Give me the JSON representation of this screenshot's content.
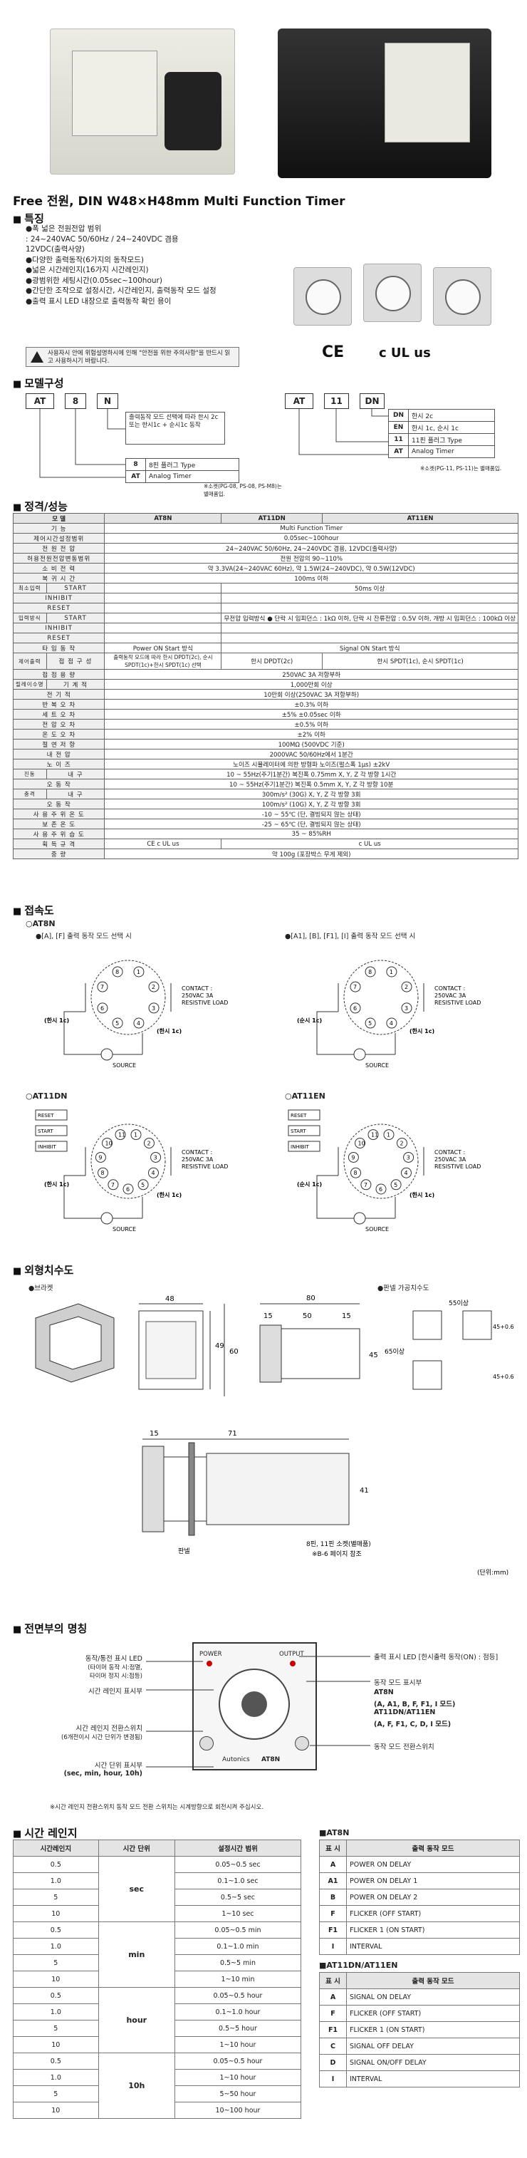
{
  "title": "Free 전원, DIN W48×H48mm Multi Function Timer",
  "sections": {
    "features": "특징",
    "model": "모델구성",
    "spec": "정격/성능",
    "wiring": "접속도",
    "dimensions": "외형치수도",
    "panel": "전면부의 명칭",
    "range": "시간 레인지"
  },
  "features": [
    "●폭 넓은 전원전압 범위",
    "  : 24~240VAC 50/60Hz / 24~240VDC 겸용",
    "   12VDC(출력사양)",
    "●다양한 출력동작(6가지의 동작모드)",
    "●넓은 시간레인지(16가지 시간레인지)",
    "●광범위한 세팅시간(0.05sec~100hour)",
    "●간단한 조작으로 설정시간, 시간레인지, 출력동작 모드 설정",
    "●출력 표시 LED 내장으로 출력동작 확인 용이"
  ],
  "warning": "사용자시 안에 위험설명하시에 인해 \"안전을 위한 주의사항\"을 반드시 읽고 사용하시기 바랍니다.",
  "certs": [
    "CE",
    "c UL us"
  ],
  "model": {
    "left": {
      "boxes": [
        "AT",
        "8",
        "N"
      ],
      "n_desc": "출력동작 모드 선택에 따라 한시 2c 또는 한시1c + 순시1c 동작",
      "rows": [
        [
          "8",
          "8핀 플러그 Type"
        ],
        [
          "AT",
          "Analog Timer"
        ]
      ],
      "note": "※소켓(PG-08, PS-08, PS-M8)는 별매품입."
    },
    "right": {
      "boxes": [
        "AT",
        "11",
        "DN"
      ],
      "rows": [
        [
          "DN",
          "한시 2c"
        ],
        [
          "EN",
          "한시 1c, 순시 1c"
        ],
        [
          "11",
          "11핀 플러그 Type"
        ],
        [
          "AT",
          "Analog Timer"
        ]
      ],
      "note": "※소켓(PG-11, PS-11)는 별매품입."
    }
  },
  "spec": {
    "headers": [
      "모    델",
      "AT8N",
      "AT11DN",
      "AT11EN"
    ],
    "rows": [
      {
        "l1": "",
        "l2": "기    능",
        "all": "Multi Function Timer"
      },
      {
        "l1": "",
        "l2": "제어시간설정범위",
        "all": "0.05sec~100hour"
      },
      {
        "l1": "",
        "l2": "전  원  전  압",
        "all": "24~240VAC 50/60Hz, 24~240VDC 겸용, 12VDC(출력사양)"
      },
      {
        "l1": "",
        "l2": "허용전원전압변동범위",
        "all": "전원 전압의 90~110%"
      },
      {
        "l1": "",
        "l2": "소  비  전  력",
        "all": "약 3.3VA(24~240VAC 60Hz), 약 1.5W(24~240VDC), 약 0.5W(12VDC)"
      },
      {
        "l1": "",
        "l2": "복  귀  시  간",
        "all": "100ms 이하"
      },
      {
        "l1": "최소입력",
        "l2": "START",
        "c1": "",
        "c23": "50ms 이상"
      },
      {
        "l1": "",
        "l2": "INHIBIT",
        "c1": "",
        "c23": ""
      },
      {
        "l1": "",
        "l2": "RESET",
        "c1": "",
        "c23": ""
      },
      {
        "l1": "입력방식",
        "l2": "START",
        "c1": "",
        "c23": "무전압 입력방식 ● 단락 시 임피던스 : 1kΩ 이하, 단락 시 잔류전압 : 0.5V 이하, 개방 시 임피던스 : 100kΩ 이상"
      },
      {
        "l1": "",
        "l2": "INHIBIT",
        "c1": "",
        "c23": ""
      },
      {
        "l1": "",
        "l2": "RESET",
        "c1": "",
        "c23": ""
      },
      {
        "l1": "",
        "l2": "타  임  동  작",
        "c1": "Power ON Start 방식",
        "c23": "Signal ON Start 방식"
      },
      {
        "l1": "제어출력",
        "l2": "접  점  구  성",
        "c1": "출력동작 모드에 따라 한시 DPDT(2c), 순시 SPDT(1c)+한시 SPDT(1c) 선택",
        "c2": "한시 DPDT(2c)",
        "c3": "한시 SPDT(1c), 순시 SPDT(1c)"
      },
      {
        "l1": "",
        "l2": "접  점  용  량",
        "all": "250VAC 3A 저항부하"
      },
      {
        "l1": "릴레이수명",
        "l2": "기  계  적",
        "all": "1,000만회 이상"
      },
      {
        "l1": "",
        "l2": "전  기  적",
        "all": "10만회 이상(250VAC 3A 저항부하)"
      },
      {
        "l1": "",
        "l2": "반  복  오  차",
        "all": "±0.3% 이하"
      },
      {
        "l1": "",
        "l2": "세  트  오  차",
        "all": "±5% ±0.05sec 이하"
      },
      {
        "l1": "",
        "l2": "전  압  오  차",
        "all": "±0.5% 이하"
      },
      {
        "l1": "",
        "l2": "온  도  오  차",
        "all": "±2% 이하"
      },
      {
        "l1": "",
        "l2": "절  연  저  항",
        "all": "100MΩ (500VDC 기준)"
      },
      {
        "l1": "",
        "l2": "내    전    압",
        "all": "2000VAC 50/60Hz에서 1분간"
      },
      {
        "l1": "",
        "l2": "노  이  즈",
        "all": "노이즈 시뮬레이터에 의한 방형파 노이즈(펄스폭 1μs) ±2kV"
      },
      {
        "l1": "진동",
        "l2": "내  구",
        "all": "10 ~ 55Hz(주기1분간) 복진폭 0.75mm X, Y, Z 각 방향 1시간"
      },
      {
        "l1": "",
        "l2": "오  동  작",
        "all": "10 ~ 55Hz(주기1분간) 복진폭 0.5mm X, Y, Z 각 방향 10분"
      },
      {
        "l1": "충격",
        "l2": "내  구",
        "all": "300m/s² (30G) X, Y, Z 각 방향 3회"
      },
      {
        "l1": "",
        "l2": "오  동  작",
        "all": "100m/s² (10G) X, Y, Z 각 방향 3회"
      },
      {
        "l1": "",
        "l2": "사 용 주 위 온 도",
        "all": "-10 ~ 55℃ (단, 결빙되지 않는 상태)"
      },
      {
        "l1": "",
        "l2": "보  존  온  도",
        "all": "-25 ~ 65℃ (단, 결빙되지 않는 상태)"
      },
      {
        "l1": "",
        "l2": "사 용 주 위 습 도",
        "all": "35 ~ 85%RH"
      },
      {
        "l1": "",
        "l2": "획  득  규  격",
        "c1": "CE c UL us",
        "c23": "c UL us"
      },
      {
        "l1": "",
        "l2": "중    량",
        "all": "약 100g (포장박스 무게 제외)"
      }
    ]
  },
  "wiring": {
    "at8n": "○AT8N",
    "at8n_a": "●[A], [F] 출력 동작 모드 선택 시",
    "at8n_b": "●[A1], [B], [F1], [I] 출력 동작 모드 선택 시",
    "at11dn": "○AT11DN",
    "at11en": "○AT11EN",
    "contact": "CONTACT :",
    "cap": "250VAC 3A",
    "load": "RESISTIVE LOAD",
    "source": "SOURCE",
    "t1c": "(한시 1c)",
    "s1c": "(순시 1c)",
    "reset": "RESET",
    "start": "START",
    "inhibit": "INHIBIT"
  },
  "dims": {
    "bracket": "●브라켓",
    "panel_cut": "●판넬 가공치수도",
    "d48": "48",
    "d49": "49",
    "d60": "60",
    "d80": "80",
    "d15a": "15",
    "d50": "50",
    "d15b": "15",
    "d55": "55이상",
    "d45a": "45+0.6",
    "d65": "65이상",
    "d45b": "45+0.6",
    "d45": "45",
    "d15c": "15",
    "d71": "71",
    "d41": "41",
    "panel": "판넬",
    "socket": "8핀, 11핀 소켓(별매품)",
    "socket2": "※B-6 페이지 참조",
    "unit": "(단위:mm)"
  },
  "front": {
    "l1": "동작/통전 표시 LED",
    "l1b": "(타이머 동작 시:점멸,",
    "l1c": "타이머 정지 시:점등)",
    "l2": "시간 레인지 표시부",
    "l3": "시간 레인지 전환스위치",
    "l3b": "(6개전이시 시간 단위가 변경됨)",
    "l4": "시간 단위 표시부",
    "l4b": "(sec, min, hour, 10h)",
    "r1": "출력 표시 LED [한시출력 동작(ON) : 점등]",
    "r2": "동작 모드 표시부",
    "r3": "AT8N",
    "r3b": "(A, A1, B, F, F1, I 모드)",
    "r4": "AT11DN/AT11EN",
    "r4b": "(A, F, F1, C, D, I 모드)",
    "r5": "동작 모드 전환스위치",
    "power": "POWER",
    "output": "OUTPUT",
    "model": "AT8N",
    "brand": "Autonics",
    "note": "※시간 레인지 전환스위치 동작 모드 전환 스위치는 시계방향으로 회전시켜 주십시오."
  },
  "range": {
    "headers": [
      "시간레인지",
      "시간 단위",
      "설정시간 범위"
    ],
    "rows": [
      [
        "0.5",
        "",
        "0.05~0.5 sec"
      ],
      [
        "1.0",
        "sec",
        "0.1~1.0 sec"
      ],
      [
        "5",
        "",
        "0.5~5 sec"
      ],
      [
        "10",
        "",
        "1~10 sec"
      ],
      [
        "0.5",
        "",
        "0.05~0.5 min"
      ],
      [
        "1.0",
        "min",
        "0.1~1.0 min"
      ],
      [
        "5",
        "",
        "0.5~5 min"
      ],
      [
        "10",
        "",
        "1~10 min"
      ],
      [
        "0.5",
        "",
        "0.05~0.5 hour"
      ],
      [
        "1.0",
        "hour",
        "0.1~1.0 hour"
      ],
      [
        "5",
        "",
        "0.5~5 hour"
      ],
      [
        "10",
        "",
        "1~10 hour"
      ],
      [
        "0.5",
        "",
        "0.05~0.5 hour"
      ],
      [
        "1.0",
        "10h",
        "1~10 hour"
      ],
      [
        "5",
        "",
        "5~50 hour"
      ],
      [
        "10",
        "",
        "10~100 hour"
      ]
    ]
  },
  "modes": {
    "at8n": "■AT8N",
    "at11": "■AT11DN/AT11EN",
    "headers": [
      "표 시",
      "출력 동작 모드"
    ],
    "at8n_rows": [
      [
        "A",
        "POWER ON DELAY"
      ],
      [
        "A1",
        "POWER ON DELAY 1"
      ],
      [
        "B",
        "POWER ON DELAY 2"
      ],
      [
        "F",
        "FLICKER    (OFF START)"
      ],
      [
        "F1",
        "FLICKER 1  (ON START)"
      ],
      [
        "I",
        "INTERVAL"
      ]
    ],
    "at11_rows": [
      [
        "A",
        "SIGNAL ON DELAY"
      ],
      [
        "F",
        "FLICKER    (OFF START)"
      ],
      [
        "F1",
        "FLICKER 1  (ON START)"
      ],
      [
        "C",
        "SIGNAL OFF DELAY"
      ],
      [
        "D",
        "SIGNAL ON/OFF DELAY"
      ],
      [
        "I",
        "INTERVAL"
      ]
    ]
  }
}
